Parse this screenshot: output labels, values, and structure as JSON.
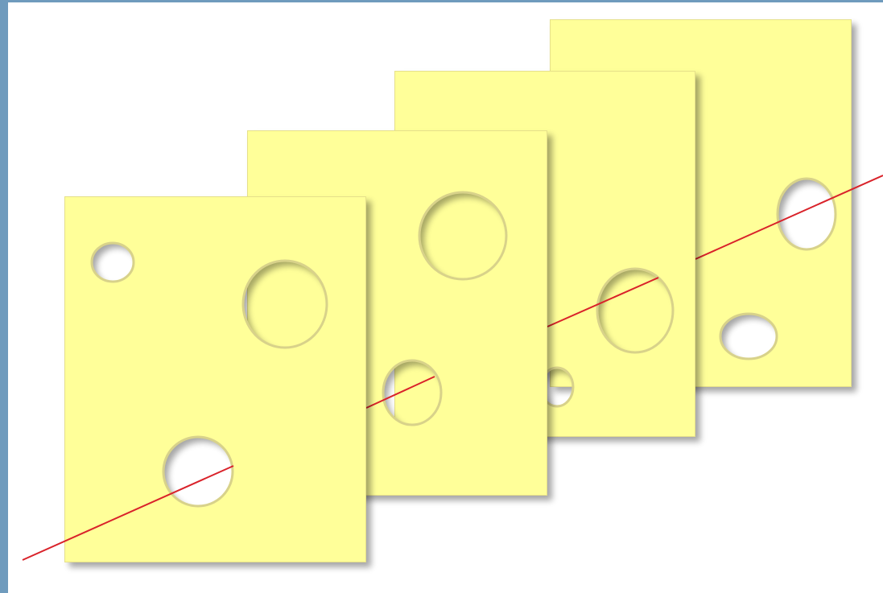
{
  "diagram": {
    "type": "swiss-cheese-model",
    "layer_count": 4,
    "colors": {
      "slice_fill": "#ffff99",
      "slice_edge": "#e6e08a",
      "slice_shadow": "#c8c8c8",
      "hole_fill": "#ffffff",
      "hole_edge": "#d8d28a",
      "trajectory": "#d9222a",
      "frame_border": "#6f9bbd"
    },
    "icons": {
      "slice": "cheese-slice-icon",
      "hole": "hole-icon",
      "trajectory": "accident-trajectory-line"
    }
  }
}
